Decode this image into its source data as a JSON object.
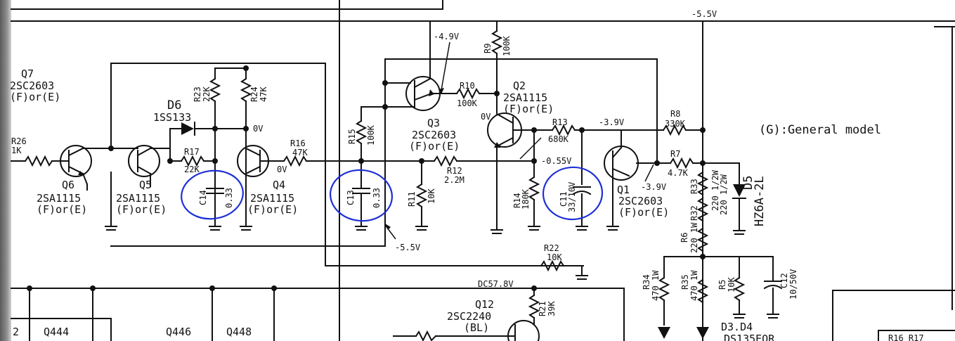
{
  "labels": {
    "q7_ref": "Q7",
    "q7_part": "2SC2603",
    "q7_grade": "(F)or(E)",
    "r26_ref": "R26",
    "r26_val": "1K",
    "q6_ref": "Q6",
    "q6_part": "2SA1115",
    "q6_grade": "(F)or(E)",
    "q5_ref": "Q5",
    "q5_part": "2SA1115",
    "q5_grade": "(F)or(E)",
    "d6_ref": "D6",
    "d6_part": "1SS133",
    "r23_ref": "R23",
    "r23_val": "22K",
    "r24_ref": "R24",
    "r24_val": "47K",
    "v_0v_a": "0V",
    "r17_ref": "R17",
    "r17_val": "22K",
    "c14_ref": "C14",
    "c14_val": "0.33",
    "q4_ref": "Q4",
    "q4_part": "2SA1115",
    "q4_grade": "(F)or(E)",
    "r16_ref": "R16",
    "r16_val": "47K",
    "v_0v_b": "0V",
    "r15_ref": "R15",
    "r15_val": "100K",
    "c13_ref": "C13",
    "c13_val": "0.33",
    "v_m55_low": "-5.5V",
    "v_m49": "-4.9V",
    "r9_ref": "R9",
    "r9_val": "100K",
    "r10_ref": "R10",
    "r10_val": "100K",
    "q3_ref": "Q3",
    "q3_part": "2SC2603",
    "q3_grade": "(F)or(E)",
    "q2_ref": "Q2",
    "q2_part": "2SA1115",
    "q2_grade": "(F)or(E)",
    "v_0v_c": "0V",
    "r12_ref": "R12",
    "r12_val": "2.2M",
    "r11_ref": "R11",
    "r11_val": "10K",
    "r14_ref": "R14",
    "r14_val": "180K",
    "r13_ref": "R13",
    "r13_val": "680K",
    "v_m055": "-0.55V",
    "c11_ref": "C11",
    "c11_val": "33/10V",
    "v_m39_a": "-3.9V",
    "v_m39_b": "-3.9V",
    "q1_ref": "Q1",
    "q1_part": "2SC2603",
    "q1_grade": "(F)or(E)",
    "r8_ref": "R8",
    "r8_val": "330K",
    "r7_ref": "R7",
    "r7_val": "4.7K",
    "v_m55_top": "-5.5V",
    "r33_ref": "R33",
    "r33_val": "220 1/2W",
    "r32_ref": "R32",
    "r32_val": "220 1/2W",
    "r6_ref": "R6",
    "r6_val": "220 1W",
    "d5_ref": "D5",
    "d5_part": "HZ6A-2L",
    "general_model": "(G):General model",
    "r22_ref": "R22",
    "r22_val": "10K",
    "dc578": "DC57.8V",
    "q12_ref": "Q12",
    "q12_part": "2SC2240",
    "q12_grade": "(BL)",
    "r21_ref": "R21",
    "r21_val": "39K",
    "r34_ref": "R34",
    "r34_val": "470 1W",
    "r35_ref": "R35",
    "r35_val": "470 1W",
    "r5_ref": "R5",
    "r5_val": "10K",
    "c12_ref": "C12",
    "c12_val": "10/50V",
    "d3d4_ref": "D3.D4",
    "d3d4_part": "DS135EOR",
    "q444": "Q444",
    "q446": "Q446",
    "q448": "Q448",
    "left_cut_2": "2",
    "bottom_right_box": "R16 R17"
  },
  "colors": {
    "ink": "#111111",
    "annotation": "#1e2fd6",
    "paper": "#ffffff"
  }
}
